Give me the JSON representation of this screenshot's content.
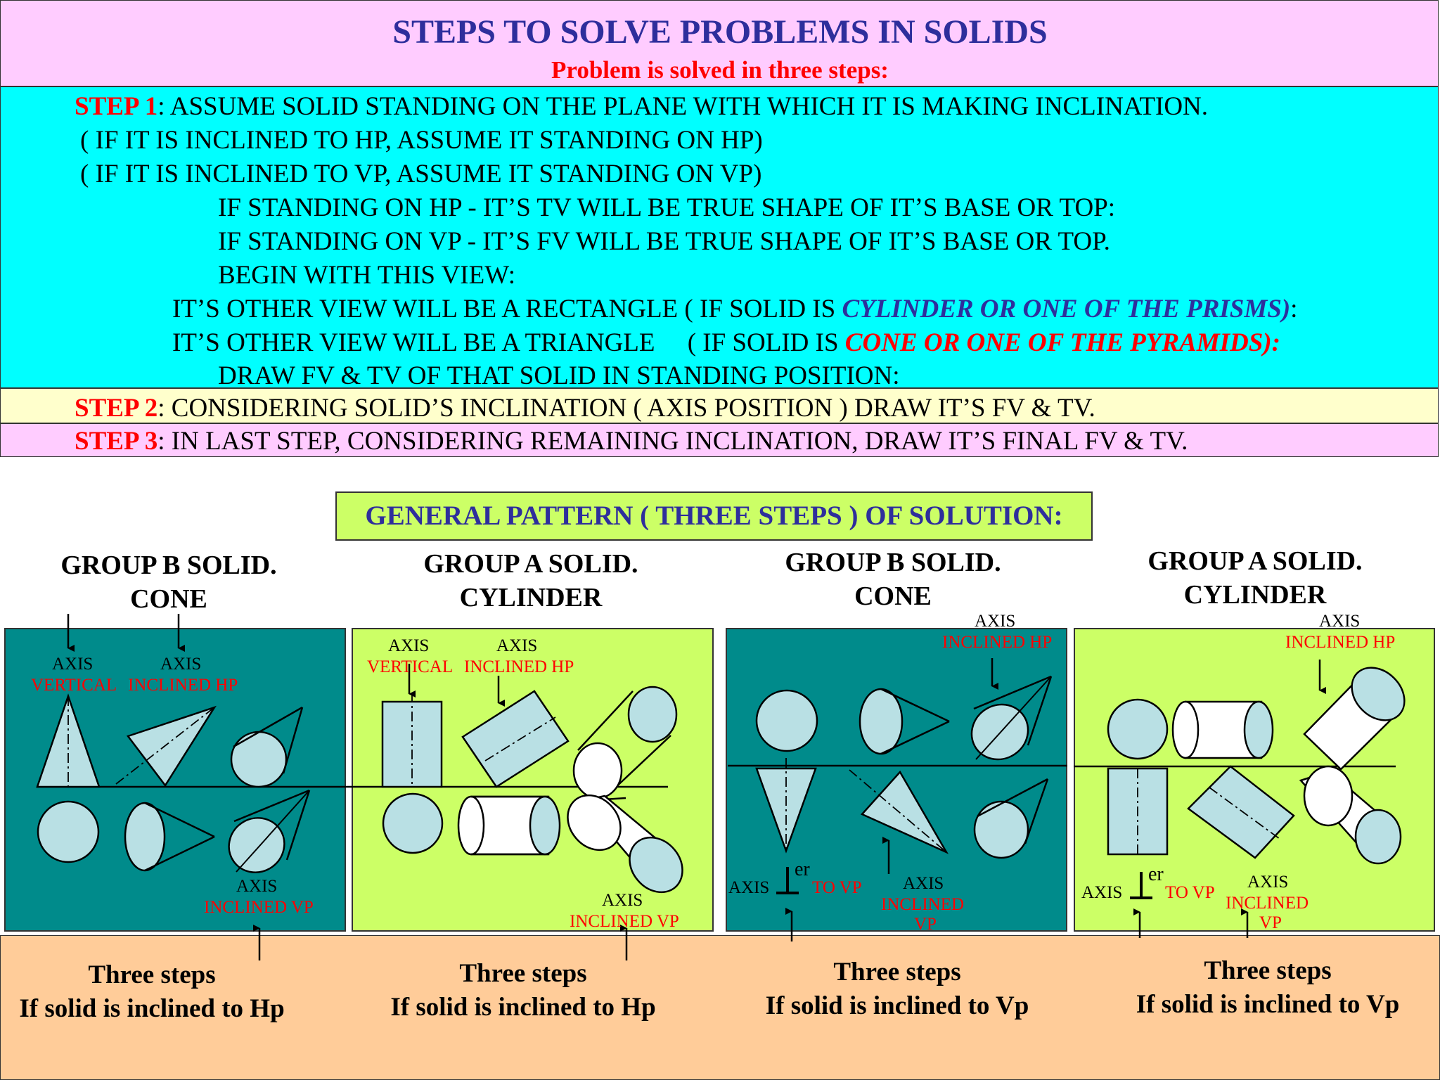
{
  "header": {
    "title": "STEPS TO SOLVE PROBLEMS IN SOLIDS",
    "subtitle": "Problem is solved in three steps:"
  },
  "step1": {
    "label": "STEP 1",
    "line1": ": ASSUME SOLID STANDING ON THE PLANE WITH WHICH IT IS MAKING INCLINATION.",
    "line2": "( IF IT IS INCLINED TO HP, ASSUME IT STANDING ON HP)",
    "line3": "( IF IT IS INCLINED TO VP, ASSUME IT STANDING ON VP)",
    "line4": "IF STANDING ON HP - IT’S TV WILL BE TRUE SHAPE OF IT’S BASE OR TOP:",
    "line5": "IF STANDING ON VP - IT’S FV WILL BE TRUE SHAPE OF IT’S BASE OR TOP.",
    "line6": "BEGIN WITH THIS VIEW:",
    "line7_a": "IT’S OTHER VIEW WILL BE A RECTANGLE ( IF SOLID IS ",
    "line7_b": "CYLINDER OR ONE OF THE PRISMS)",
    "line7_c": ":",
    "line8_a": "IT’S OTHER VIEW WILL BE A TRIANGLE     ( IF SOLID IS ",
    "line8_b": "CONE OR ONE OF THE PYRAMIDS):",
    "line9": "DRAW FV & TV OF THAT SOLID IN STANDING POSITION:"
  },
  "step2": {
    "label": "STEP 2",
    "text": ": CONSIDERING SOLID’S INCLINATION ( AXIS POSITION ) DRAW IT’S FV & TV."
  },
  "step3": {
    "label": "STEP 3",
    "text": ": IN LAST STEP, CONSIDERING REMAINING INCLINATION, DRAW IT’S FINAL FV & TV."
  },
  "pattern_heading": "GENERAL PATTERN ( THREE STEPS ) OF SOLUTION:",
  "groups": [
    {
      "line1": "GROUP B SOLID.",
      "line2": "CONE",
      "foot1": "Three steps",
      "foot2": "If solid is inclined to Hp"
    },
    {
      "line1": "GROUP A SOLID.",
      "line2": "CYLINDER",
      "foot1": "Three steps",
      "foot2": "If solid is inclined to Hp"
    },
    {
      "line1": "GROUP B SOLID.",
      "line2": "CONE",
      "foot1": "Three steps",
      "foot2": "If solid is inclined to Vp"
    },
    {
      "line1": "GROUP A SOLID.",
      "line2": "CYLINDER",
      "foot1": "Three steps",
      "foot2": "If solid is inclined to Vp"
    }
  ],
  "labels": {
    "axis": "AXIS",
    "vertical": "VERTICAL",
    "inclined_hp": "INCLINED HP",
    "inclined_vp": "INCLINED VP",
    "inclined": "INCLINED",
    "vp": "VP",
    "perp_sup": "er",
    "to_vp": "TO VP"
  },
  "colors": {
    "title_band": "#ffccff",
    "step1_band": "#00ffff",
    "step2_band": "#ffffcc",
    "teal_panel": "#008b8b",
    "green_panel": "#ccff66",
    "footer": "#ffcc99",
    "solid_fill": "#b9e0e4",
    "heading_blue": "#2e2e9c",
    "label_red": "#ff0000"
  }
}
